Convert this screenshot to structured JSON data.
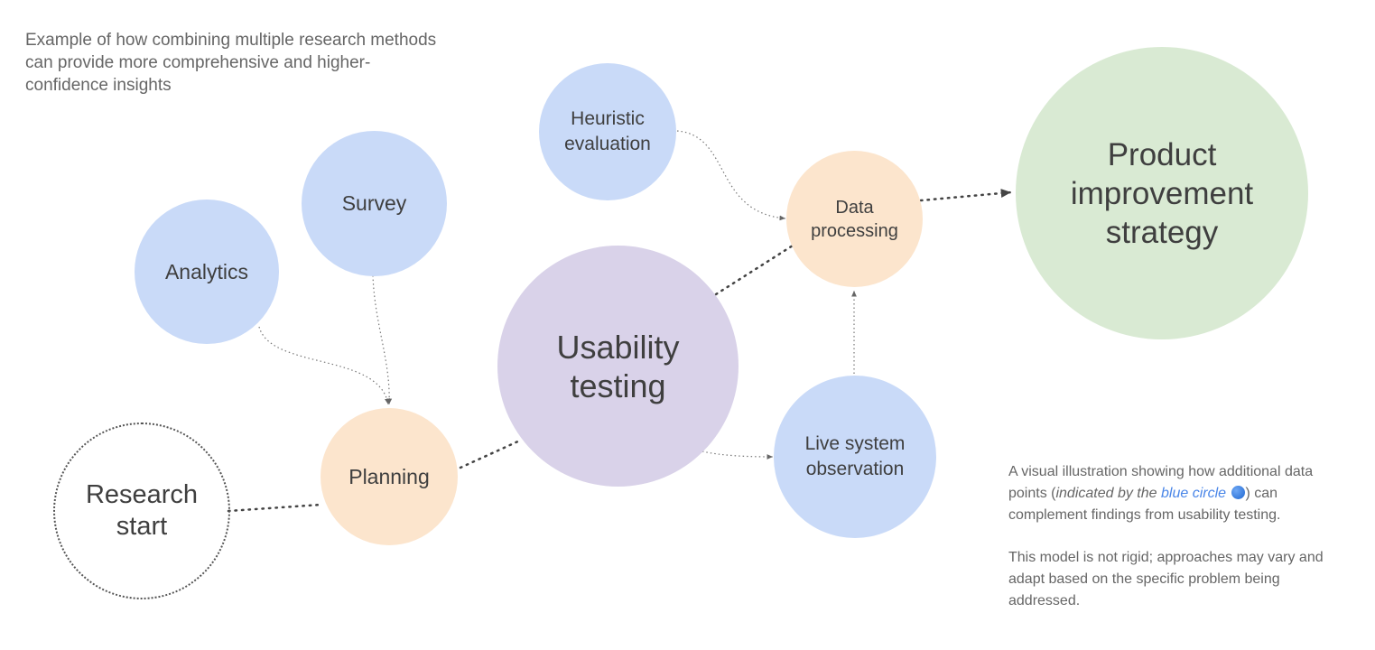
{
  "intro": "Example of how combining multiple research methods can provide more comprehensive and higher-confidence insights",
  "nodes": {
    "research_start": "Research start",
    "planning": "Planning",
    "analytics": "Analytics",
    "survey": "Survey",
    "usability_testing": "Usability testing",
    "heuristic_evaluation": "Heuristic evaluation",
    "data_processing": "Data processing",
    "live_system_observation": "Live system observation",
    "product_improvement_strategy": "Product improvement strategy"
  },
  "notes": {
    "p1_a": "A visual illustration showing how additional data points (",
    "p1_em": "indicated by the ",
    "p1_blue": "blue circle",
    "p1_icon": "blue-circle-icon",
    "p1_b": ") can complement findings from usability testing.",
    "p2": "This model is not rigid; approaches may vary and adapt based on the specific problem being addressed."
  },
  "colors": {
    "method": "#c9daf8",
    "process": "#fce5cd",
    "core": "#d9d2e9",
    "outcome": "#d9ead3",
    "accent_text": "#4a86e8"
  }
}
